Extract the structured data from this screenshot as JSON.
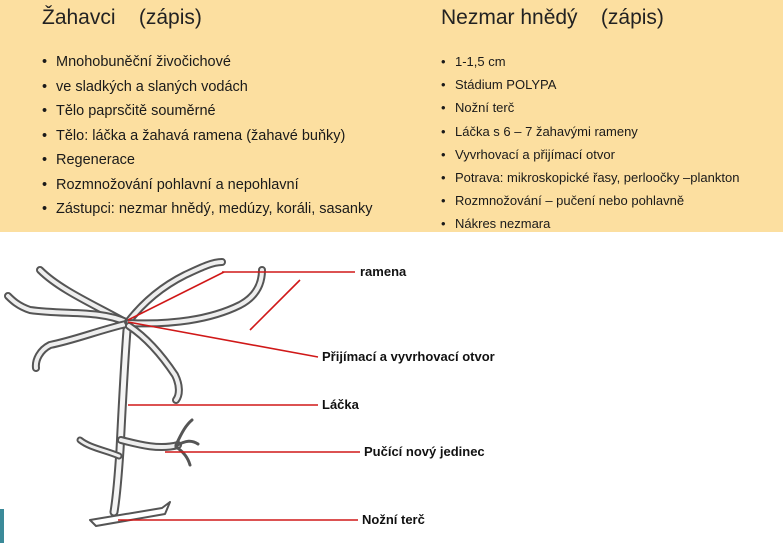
{
  "left": {
    "title": "Žahavci    (zápis)",
    "items": [
      "Mnohobuněční živočichové",
      "ve sladkých a slaných vodách",
      "Tělo paprsčitě souměrné",
      "Tělo: láčka a žahavá ramena (žahavé buňky)",
      "Regenerace",
      "Rozmnožování pohlavní a nepohlavní",
      "Zástupci: nezmar hnědý, medúzy, koráli, sasanky"
    ]
  },
  "right": {
    "title": "Nezmar hnědý    (zápis)",
    "items": [
      "1-1,5 cm",
      "Stádium POLYPA",
      "Nožní terč",
      "Láčka s 6 – 7 žahavými rameny",
      "Vyvrhovací a přijímací otvor",
      "Potrava: mikroskopické řasy, perloočky –plankton",
      "Rozmnožování – pučení nebo pohlavně",
      "Nákres nezmara"
    ]
  },
  "diagram": {
    "labels": {
      "ramena": "ramena",
      "otvor": "Přijímací a vyvrhovací otvor",
      "lacka": "Láčka",
      "pucici": "Pučící nový jedinec",
      "terc": "Nožní terč"
    },
    "line_color": "#d01818"
  }
}
